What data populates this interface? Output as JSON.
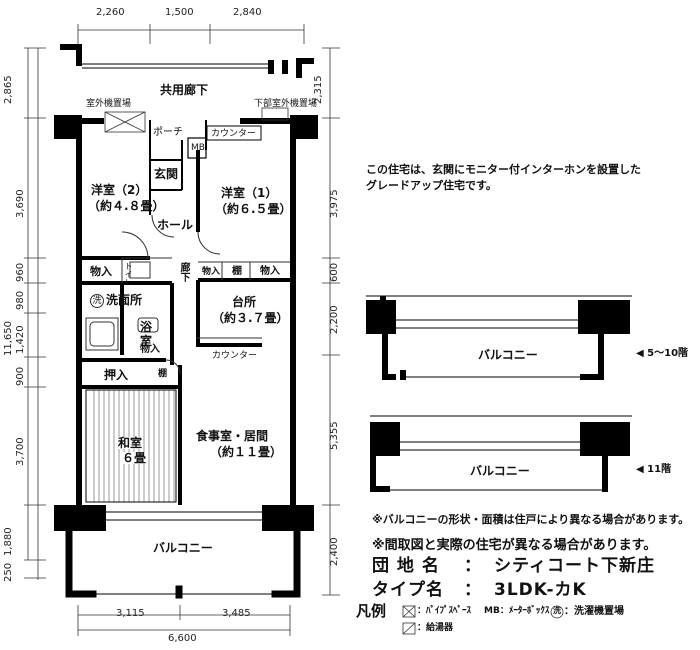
{
  "top_dims": [
    "2,260",
    "1,500",
    "2,840"
  ],
  "bottom_dims": [
    "3,115",
    "3,485"
  ],
  "bottom_total": "6,600",
  "left_dims": {
    "d2865": "2,865",
    "d3690": "3,690",
    "d960": "960",
    "d980": "980",
    "d1420": "1,420",
    "d900": "900",
    "d3700": "3,700",
    "d1880": "1,880",
    "d250": "250",
    "total": "11,650"
  },
  "right_dims": {
    "d2315": "2,315",
    "d3975": "3,975",
    "d600": "600",
    "d2200": "2,200",
    "d5355": "5,355",
    "d2400": "2,400"
  },
  "labels": {
    "corridor": "共用廊下",
    "outdoor_unit": "室外機置場",
    "lower_outdoor_unit": "下部室外機置場",
    "porch": "ポーチ",
    "counter_top": "カウンター",
    "mb": "MB",
    "entrance": "玄関",
    "western2": "洋室（2）",
    "western2_size": "（約４.８畳）",
    "western1": "洋室（1）",
    "western1_size": "（約６.５畳）",
    "hall": "ホール",
    "storage_left": "物入",
    "toilet": "トイレ",
    "hallway": "廊下",
    "storage_a": "物入",
    "shelf": "棚",
    "storage_b": "物入",
    "washer": "洗",
    "washroom": "洗面所",
    "bath": "浴室",
    "storage_c": "物入",
    "kitchen": "台所",
    "kitchen_size": "（約３.７畳）",
    "counter_mid": "カウンター",
    "closet": "押入",
    "shelf2": "棚",
    "japanese": "和室",
    "japanese_size": "６畳",
    "living": "食事室・居間",
    "living_size": "（約１１畳）",
    "balcony": "バルコニー"
  },
  "balcony_variants": [
    {
      "label": "バルコニー",
      "floors": "◀ 5～10階"
    },
    {
      "label": "バルコニー",
      "floors": "◀ 11階"
    }
  ],
  "notes": {
    "intercom_line1": "この住宅は、玄関にモニター付インターホンを設置した",
    "intercom_line2": "グレードアップ住宅です。",
    "balcony_note": "※バルコニーの形状・面積は住戸により異なる場合があります。",
    "plan_note": "※間取図と実際の住宅が異なる場合があります。"
  },
  "info": {
    "complex_label": "団 地 名",
    "complex_value": "シティコート下新庄",
    "type_label": "タイプ名",
    "type_value": "3LDK-カK",
    "sep": "："
  },
  "legend": {
    "title": "凡例",
    "pipe_space": "：ﾊﾟｲﾌﾟｽﾍﾟｰｽ",
    "mb": "MB：ﾒｰﾀｰﾎﾞｯｸｽ",
    "washer_mark": "洗",
    "washer": "：洗濯機置場",
    "water_heater": "：給湯器"
  }
}
